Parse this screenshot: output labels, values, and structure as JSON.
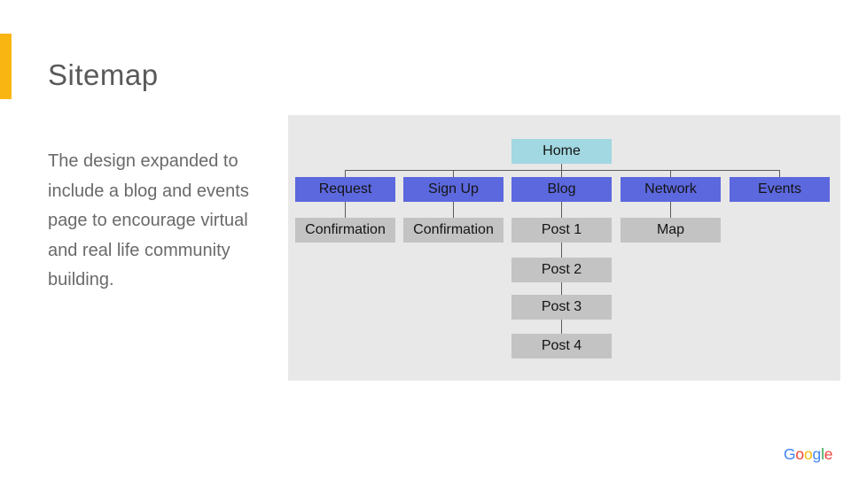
{
  "slide": {
    "title": "Sitemap",
    "body_lines": [
      "The design expanded to",
      "include a blog and events",
      "page to encourage virtual",
      "and real life community",
      "building."
    ]
  },
  "sitemap": {
    "root": {
      "label": "Home"
    },
    "sections": [
      {
        "label": "Request",
        "child": "Confirmation"
      },
      {
        "label": "Sign Up",
        "child": "Confirmation"
      },
      {
        "label": "Blog",
        "child": "Post 1",
        "descendants": [
          "Post 2",
          "Post 3",
          "Post 4"
        ]
      },
      {
        "label": "Network",
        "child": "Map"
      },
      {
        "label": "Events"
      }
    ]
  },
  "colors": {
    "accent_bar": "#f9b612",
    "root_node": "#a2d8e1",
    "section_node": "#5c68de",
    "leaf_node": "#c3c3c3",
    "panel_background": "#e8e8e8",
    "connector_line": "#5a5a5a",
    "title_text": "#595959",
    "body_text": "#6a6a6a"
  },
  "logo": {
    "name": "Google",
    "letters": [
      {
        "ch": "G",
        "color": "#4285F4"
      },
      {
        "ch": "o",
        "color": "#EA4335"
      },
      {
        "ch": "o",
        "color": "#FBBC05"
      },
      {
        "ch": "g",
        "color": "#4285F4"
      },
      {
        "ch": "l",
        "color": "#34A853"
      },
      {
        "ch": "e",
        "color": "#EA4335"
      }
    ]
  }
}
